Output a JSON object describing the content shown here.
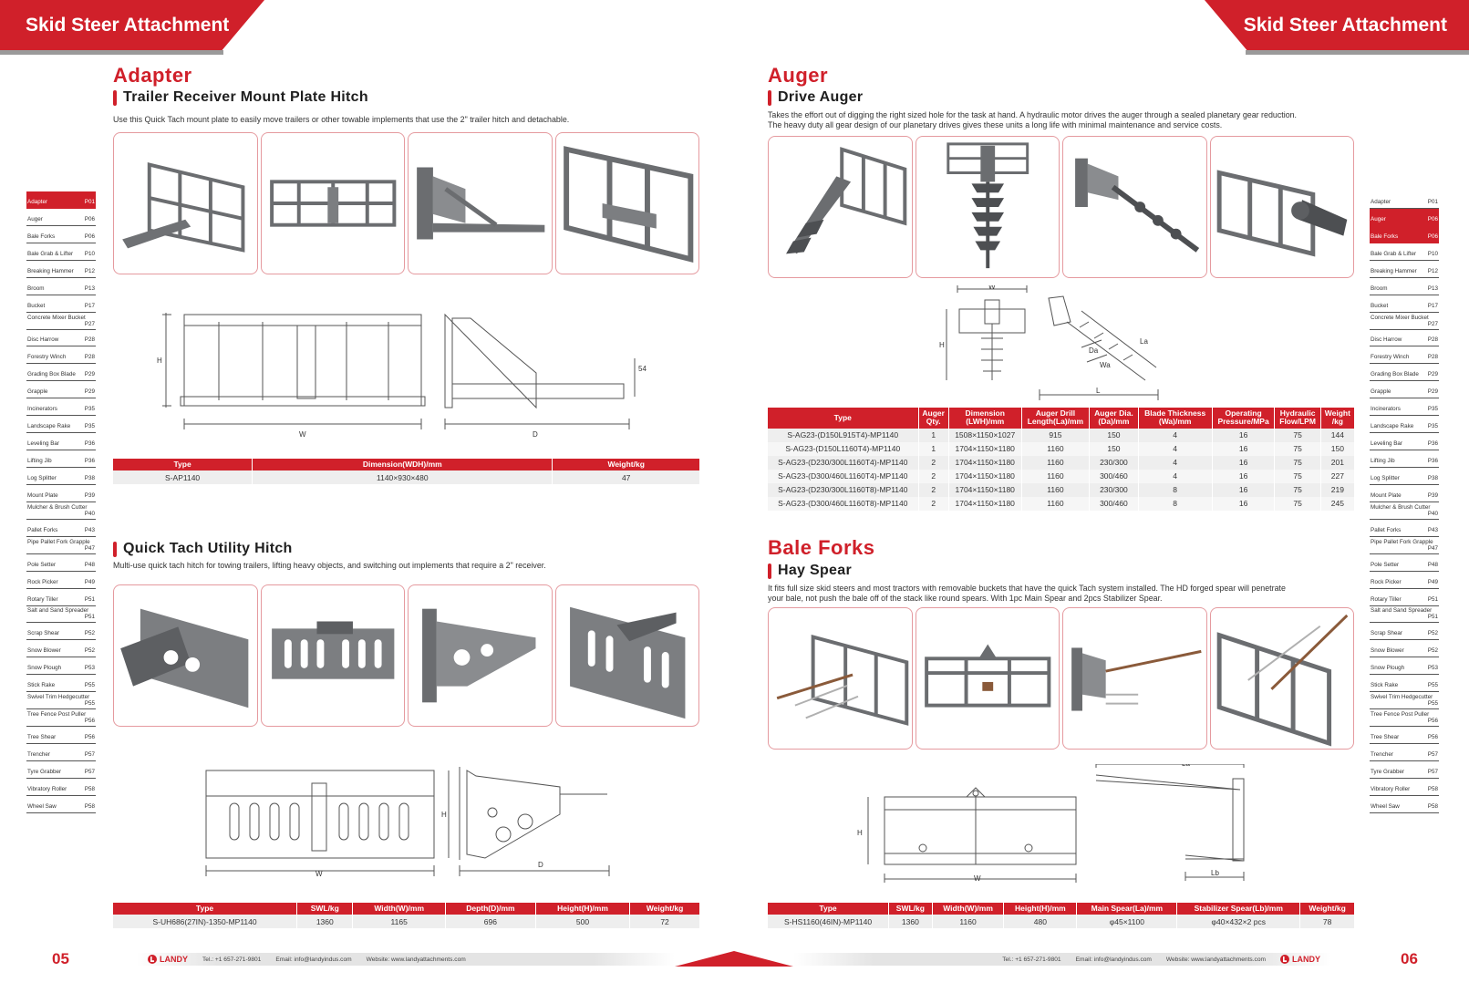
{
  "header": {
    "left_title": "Skid Steer Attachment",
    "right_title": "Skid Steer Attachment"
  },
  "index": [
    {
      "label": "Adapter",
      "page": "P01"
    },
    {
      "label": "Auger",
      "page": "P06"
    },
    {
      "label": "Bale Forks",
      "page": "P06"
    },
    {
      "label": "Bale Grab & Lifter",
      "page": "P10"
    },
    {
      "label": "Breaking Hammer",
      "page": "P12"
    },
    {
      "label": "Broom",
      "page": "P13"
    },
    {
      "label": "Bucket",
      "page": "P17"
    },
    {
      "label": "Concrete Mixer Bucket",
      "page": "P27"
    },
    {
      "label": "Disc Harrow",
      "page": "P28"
    },
    {
      "label": "Forestry Winch",
      "page": "P28"
    },
    {
      "label": "Grading Box Blade",
      "page": "P29"
    },
    {
      "label": "Grapple",
      "page": "P29"
    },
    {
      "label": "Incinerators",
      "page": "P35"
    },
    {
      "label": "Landscape Rake",
      "page": "P35"
    },
    {
      "label": "Leveling Bar",
      "page": "P36"
    },
    {
      "label": "Lifting Jib",
      "page": "P36"
    },
    {
      "label": "Log Splitter",
      "page": "P38"
    },
    {
      "label": "Mount Plate",
      "page": "P39"
    },
    {
      "label": "Mulcher & Brush Cutter",
      "page": "P40"
    },
    {
      "label": "Pallet Forks",
      "page": "P43"
    },
    {
      "label": "Pipe Pallet Fork Grapple",
      "page": "P47"
    },
    {
      "label": "Pole Setter",
      "page": "P48"
    },
    {
      "label": "Rock Picker",
      "page": "P49"
    },
    {
      "label": "Rotary Tiller",
      "page": "P51"
    },
    {
      "label": "Salt and Sand Spreader",
      "page": "P51"
    },
    {
      "label": "Scrap Shear",
      "page": "P52"
    },
    {
      "label": "Snow Blower",
      "page": "P52"
    },
    {
      "label": "Snow Plough",
      "page": "P53"
    },
    {
      "label": "Stick Rake",
      "page": "P55"
    },
    {
      "label": "Swivel Trim Hedgecutter",
      "page": "P55"
    },
    {
      "label": "Tree Fence Post Puller",
      "page": "P56"
    },
    {
      "label": "Tree Shear",
      "page": "P56"
    },
    {
      "label": "Trencher",
      "page": "P57"
    },
    {
      "label": "Tyre Grabber",
      "page": "P57"
    },
    {
      "label": "Vibratory Roller",
      "page": "P58"
    },
    {
      "label": "Wheel Saw",
      "page": "P58"
    }
  ],
  "index_left_active": [
    "Adapter"
  ],
  "index_right_active": [
    "Auger",
    "Bale Forks"
  ],
  "adapter": {
    "category": "Adapter",
    "title": "Trailer Receiver Mount Plate Hitch",
    "description": "Use this Quick Tach mount plate to easily move trailers or other towable implements that use the 2\" trailer hitch and detachable.",
    "dims": {
      "h": "H",
      "w": "W",
      "d": "D",
      "s": "54"
    },
    "table": {
      "headers": [
        "Type",
        "Dimension(WDH)/mm",
        "Weight/kg"
      ],
      "rows": [
        [
          "S-AP1140",
          "1140×930×480",
          "47"
        ]
      ]
    }
  },
  "utility": {
    "title": "Quick Tach Utility Hitch",
    "description": "Multi-use quick tach hitch for towing trailers, lifting heavy objects, and switching out implements that require a 2\" receiver.",
    "dims": {
      "h": "H",
      "w": "W",
      "d": "D"
    },
    "table": {
      "headers": [
        "Type",
        "SWL/kg",
        "Width(W)/mm",
        "Depth(D)/mm",
        "Height(H)/mm",
        "Weight/kg"
      ],
      "rows": [
        [
          "S-UH686(27IN)-1350-MP1140",
          "1360",
          "1165",
          "696",
          "500",
          "72"
        ]
      ]
    }
  },
  "auger": {
    "category": "Auger",
    "title": "Drive Auger",
    "description_1": "Takes the effort out of digging the right sized hole for the task at hand. A hydraulic motor drives the auger through a sealed planetary gear reduction.",
    "description_2": "The heavy duty all gear design of our planetary drives gives these units a long life with minimal maintenance and service costs.",
    "dims": {
      "w": "W",
      "h": "H",
      "l": "L",
      "la": "La",
      "da": "Da",
      "wa": "Wa"
    },
    "table": {
      "headers": [
        [
          "Type"
        ],
        [
          "Auger",
          "Qty."
        ],
        [
          "Dimension",
          "(LWH)/mm"
        ],
        [
          "Auger Drill",
          "Length(La)/mm"
        ],
        [
          "Auger Dia.",
          "(Da)/mm"
        ],
        [
          "Blade Thickness",
          "(Wa)/mm"
        ],
        [
          "Operating",
          "Pressure/MPa"
        ],
        [
          "Hydraulic",
          "Flow/LPM"
        ],
        [
          "Weight",
          "/kg"
        ]
      ],
      "rows": [
        [
          "S-AG23-(D150L915T4)-MP1140",
          "1",
          "1508×1150×1027",
          "915",
          "150",
          "4",
          "16",
          "75",
          "144"
        ],
        [
          "S-AG23-(D150L1160T4)-MP1140",
          "1",
          "1704×1150×1180",
          "1160",
          "150",
          "4",
          "16",
          "75",
          "150"
        ],
        [
          "S-AG23-(D230/300L1160T4)-MP1140",
          "2",
          "1704×1150×1180",
          "1160",
          "230/300",
          "4",
          "16",
          "75",
          "201"
        ],
        [
          "S-AG23-(D300/460L1160T4)-MP1140",
          "2",
          "1704×1150×1180",
          "1160",
          "300/460",
          "4",
          "16",
          "75",
          "227"
        ],
        [
          "S-AG23-(D230/300L1160T8)-MP1140",
          "2",
          "1704×1150×1180",
          "1160",
          "230/300",
          "8",
          "16",
          "75",
          "219"
        ],
        [
          "S-AG23-(D300/460L1160T8)-MP1140",
          "2",
          "1704×1150×1180",
          "1160",
          "300/460",
          "8",
          "16",
          "75",
          "245"
        ]
      ]
    }
  },
  "bale": {
    "category": "Bale Forks",
    "title": "Hay Spear",
    "description_1": "It fits full size skid steers and most tractors with removable buckets that have the quick Tach system installed. The HD forged spear will penetrate",
    "description_2": "your bale, not push the bale off of the stack like round spears. With 1pc Main Spear and 2pcs Stabilizer Spear.",
    "dims": {
      "h": "H",
      "w": "W",
      "la": "La",
      "lb": "Lb"
    },
    "table": {
      "headers": [
        "Type",
        "SWL/kg",
        "Width(W)/mm",
        "Height(H)/mm",
        "Main Spear(La)/mm",
        "Stabilizer Spear(Lb)/mm",
        "Weight/kg"
      ],
      "rows": [
        [
          "S-HS1160(46IN)-MP1140",
          "1360",
          "1160",
          "480",
          "φ45×1100",
          "φ40×432×2 pcs",
          "78"
        ]
      ]
    }
  },
  "footer": {
    "page_left": "05",
    "page_right": "06",
    "brand": "LANDY",
    "tel": "Tel.: +1 657-271-9801",
    "email": "Email: info@landyindus.com",
    "website": "Website: www.landyattachments.com"
  }
}
